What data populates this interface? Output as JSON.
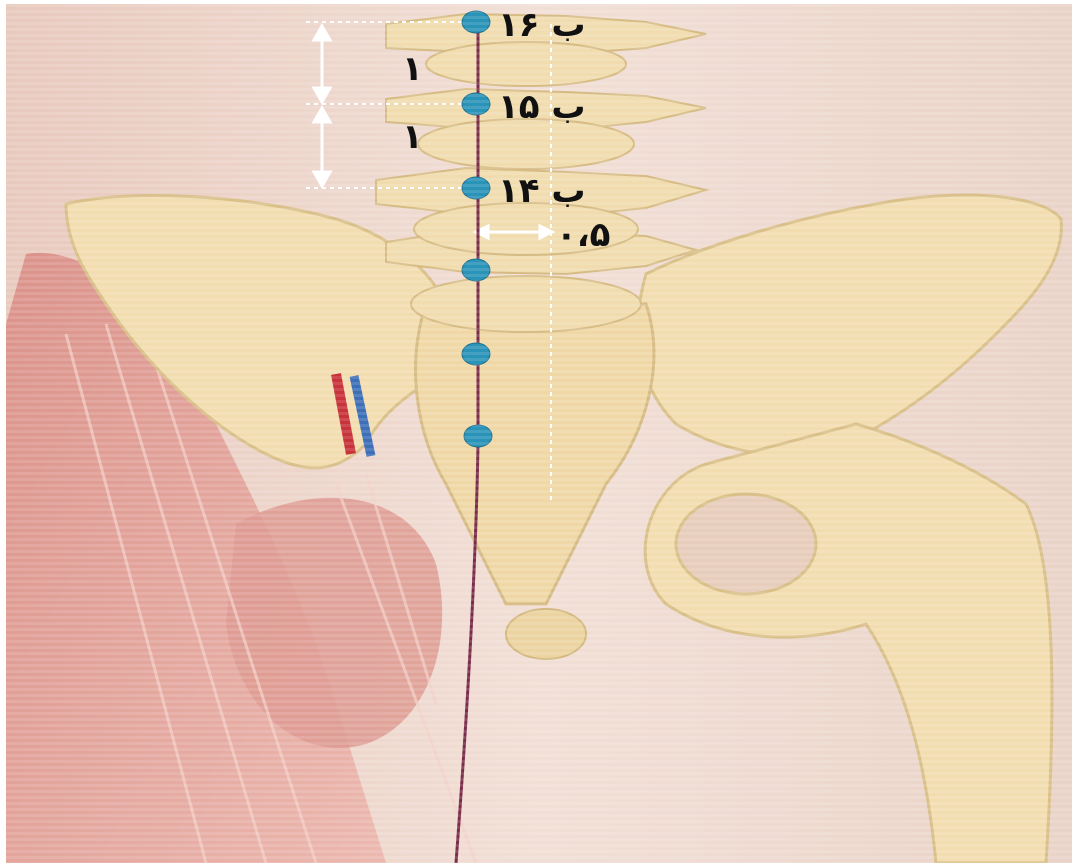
{
  "figure": {
    "colors": {
      "background": "#eed9cf",
      "bone": "#f2ddb0",
      "bone_shadow": "#d9bf88",
      "muscle": "#e2a29a",
      "meridian_line": "#7a2d4a",
      "acupoint": "#2a93b8",
      "guide_line": "#ffffff"
    },
    "points": [
      {
        "name": "ب ۱۶",
        "label": "ب ۱۶"
      },
      {
        "name": "ب ۱۵",
        "label": "ب ۱۵"
      },
      {
        "name": "ب ۱۴",
        "label": "ب ۱۴"
      },
      {
        "name": "point-4",
        "label": ""
      },
      {
        "name": "point-5",
        "label": ""
      },
      {
        "name": "point-6",
        "label": ""
      }
    ],
    "measurements": {
      "spacing_1": "۱",
      "spacing_2": "۱",
      "lateral_offset": "۰،۵"
    }
  }
}
